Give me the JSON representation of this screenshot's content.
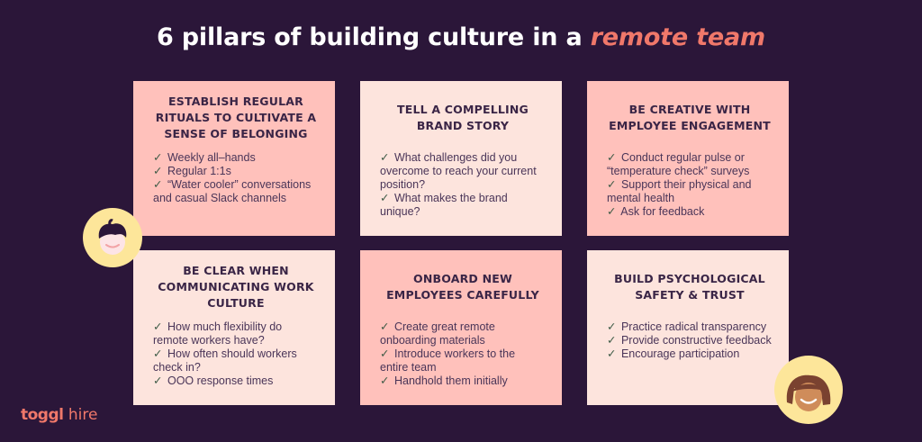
{
  "header": {
    "title_prefix": "6 pillars of building culture in a ",
    "title_accent": "remote team"
  },
  "check_glyph": "✓",
  "colors": {
    "background": "#2b1639",
    "accent": "#f0786a",
    "card_pink": "#ffc1bb",
    "card_cream": "#fde4dd",
    "check": "#3d5a45",
    "avatar_bg": "#fde69a"
  },
  "cards": [
    {
      "title": "Establish regular rituals to cultivate a sense of belonging",
      "items": [
        "Weekly all–hands",
        "Regular 1:1s",
        "“Water cooler” conversations and casual Slack channels"
      ]
    },
    {
      "title": "Tell a compelling brand story",
      "items": [
        "What challenges did you overcome to reach your current position?",
        "What makes the brand unique?"
      ]
    },
    {
      "title": "Be creative with employee engagement",
      "items": [
        "Conduct regular pulse or “temperature check” surveys",
        "Support their physical and mental health",
        "Ask for feedback"
      ]
    },
    {
      "title": "Be clear when communicating work culture",
      "items": [
        "How much flexibility do remote workers have?",
        "How often should workers check in?",
        "OOO response times"
      ]
    },
    {
      "title": "Onboard new employees carefully",
      "items": [
        "Create great remote onboarding materials",
        "Introduce workers to the entire team",
        "Handhold them initially"
      ]
    },
    {
      "title": "Build psychological safety & trust",
      "items": [
        "Practice radical transparency",
        "Provide constructive feedback",
        "Encourage participation"
      ]
    }
  ],
  "logo": {
    "brand": "toggl",
    "sub": " hire"
  }
}
